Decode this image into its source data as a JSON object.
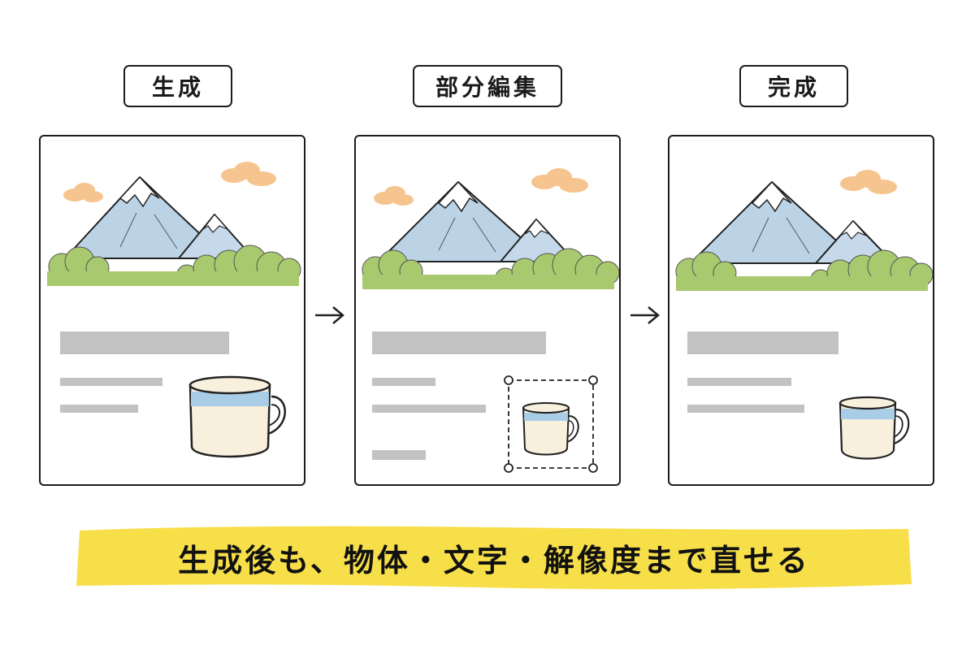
{
  "steps": [
    {
      "label": "生成"
    },
    {
      "label": "部分編集"
    },
    {
      "label": "完成"
    }
  ],
  "caption": "生成後も、物体・文字・解像度まで直せる",
  "colors": {
    "mountain": "#bcd3e6",
    "snow": "#ffffff",
    "bush": "#a9c96e",
    "cloud": "#f6c48e",
    "placeholder_bar": "#c2c2c2",
    "mug_body": "#f8efdc",
    "mug_stripe": "#a9cde6",
    "banner": "#f7df4a"
  },
  "icons": [
    "arrow-right-icon",
    "mountain-illustration",
    "cloud-illustration",
    "mug-illustration",
    "selection-handle-icon"
  ]
}
